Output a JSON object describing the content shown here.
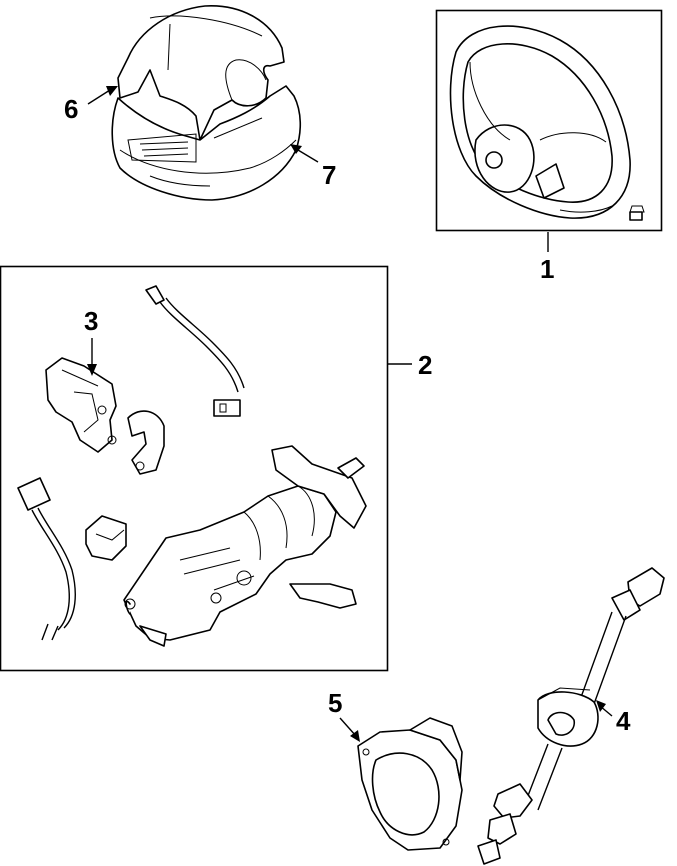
{
  "callouts": [
    {
      "id": "1",
      "label": "1"
    },
    {
      "id": "2",
      "label": "2"
    },
    {
      "id": "3",
      "label": "3"
    },
    {
      "id": "4",
      "label": "4"
    },
    {
      "id": "5",
      "label": "5"
    },
    {
      "id": "6",
      "label": "6"
    },
    {
      "id": "7",
      "label": "7"
    }
  ],
  "parts": [
    {
      "number": "1",
      "icon": "steering-wheel-icon"
    },
    {
      "number": "2",
      "icon": "steering-column-assembly-icon"
    },
    {
      "number": "3",
      "icon": "lock-housing-icon"
    },
    {
      "number": "4",
      "icon": "intermediate-shaft-icon"
    },
    {
      "number": "5",
      "icon": "boot-seal-icon"
    },
    {
      "number": "6",
      "icon": "upper-column-cover-icon"
    },
    {
      "number": "7",
      "icon": "lower-column-cover-icon"
    }
  ]
}
